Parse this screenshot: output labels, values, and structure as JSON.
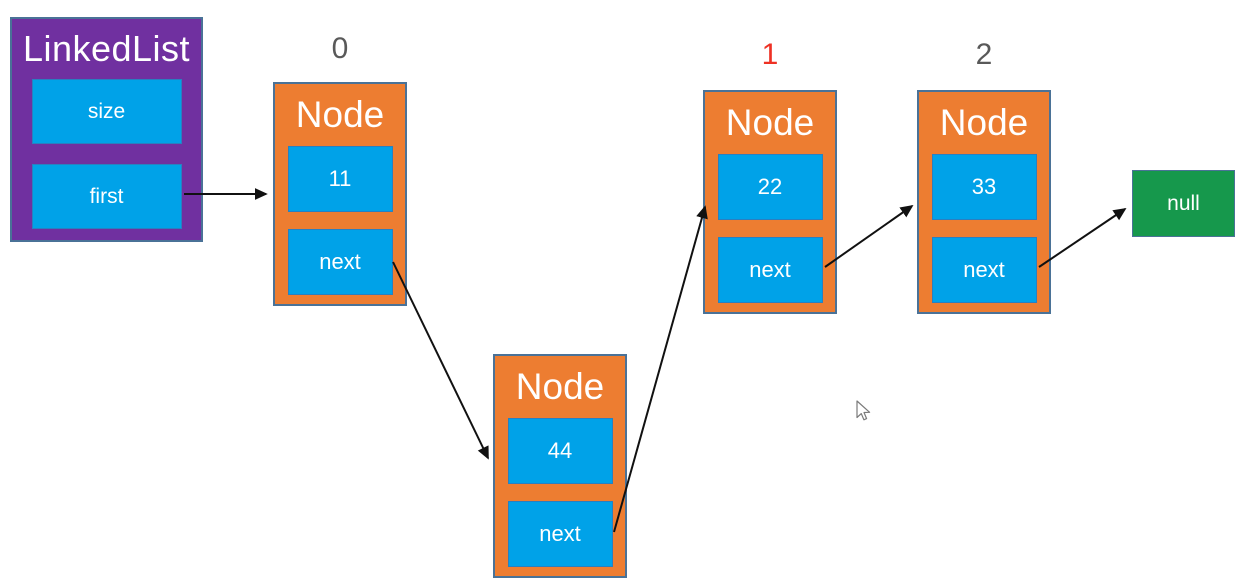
{
  "colors": {
    "purple": "#7030a0",
    "orange": "#ed7d31",
    "blue": "#00a2e8",
    "green": "#16984c",
    "border": "#4a7297",
    "cellborder": "#2a7fc0",
    "index_gray": "#595959",
    "index_red": "#ee3124",
    "arrow": "#111111"
  },
  "linkedlist": {
    "title": "LinkedList",
    "fields": [
      {
        "label": "size"
      },
      {
        "label": "first"
      }
    ]
  },
  "nodes": [
    {
      "index": "0",
      "title": "Node",
      "value": "11",
      "next_label": "next"
    },
    {
      "index": "",
      "title": "Node",
      "value": "44",
      "next_label": "next"
    },
    {
      "index": "1",
      "title": "Node",
      "value": "22",
      "next_label": "next"
    },
    {
      "index": "2",
      "title": "Node",
      "value": "33",
      "next_label": "next"
    }
  ],
  "terminator": {
    "label": "null"
  }
}
